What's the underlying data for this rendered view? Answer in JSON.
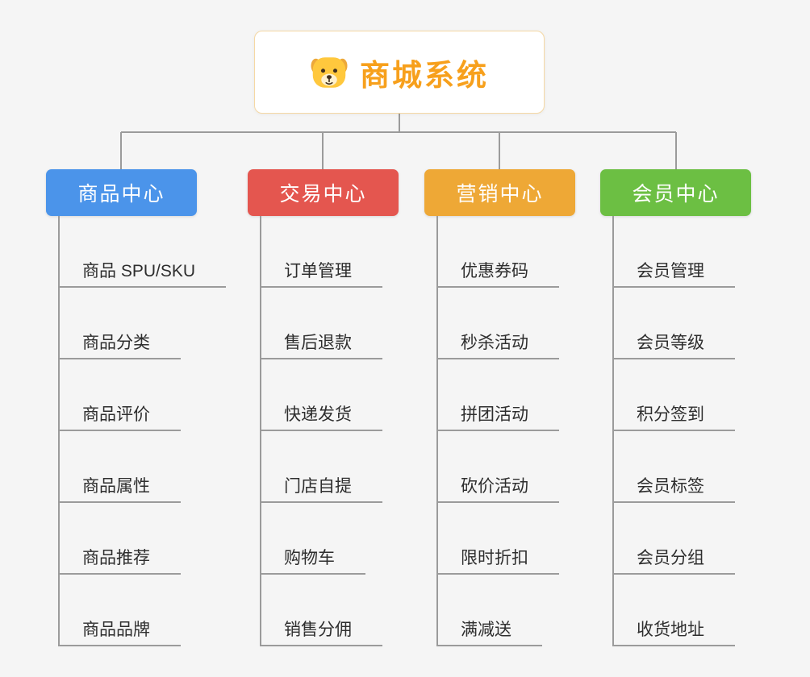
{
  "background": "#f5f5f5",
  "connector_color": "#9b9b9b",
  "root": {
    "title": "商城系统",
    "icon": "dog-face",
    "title_color": "#f7a01c",
    "border_color": "#f5d8a4"
  },
  "branches": [
    {
      "label": "商品中心",
      "color": "#4b94ea",
      "children": [
        "商品 SPU/SKU",
        "商品分类",
        "商品评价",
        "商品属性",
        "商品推荐",
        "商品品牌"
      ]
    },
    {
      "label": "交易中心",
      "color": "#e4564f",
      "children": [
        "订单管理",
        "售后退款",
        "快递发货",
        "门店自提",
        "购物车",
        "销售分佣"
      ]
    },
    {
      "label": "营销中心",
      "color": "#eea836",
      "children": [
        "优惠券码",
        "秒杀活动",
        "拼团活动",
        "砍价活动",
        "限时折扣",
        "满减送"
      ]
    },
    {
      "label": "会员中心",
      "color": "#6cbf43",
      "children": [
        "会员管理",
        "会员等级",
        "积分签到",
        "会员标签",
        "会员分组",
        "收货地址"
      ]
    }
  ]
}
